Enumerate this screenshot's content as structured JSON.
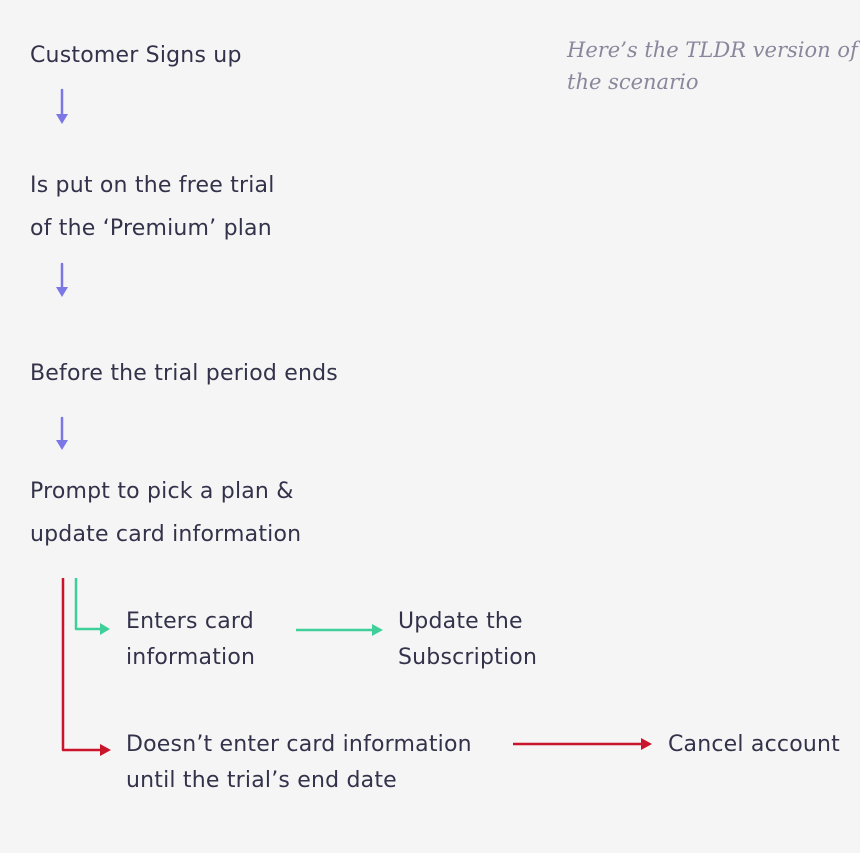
{
  "note": {
    "lines": [
      "Here’s the TLDR version of",
      "the scenario"
    ]
  },
  "steps": {
    "signup": {
      "lines": [
        "Customer Signs up"
      ]
    },
    "trial": {
      "lines": [
        "Is put on the free trial",
        "of the ‘Premium’ plan"
      ]
    },
    "before_end": {
      "lines": [
        "Before the trial period ends"
      ]
    },
    "prompt": {
      "lines": [
        "Prompt to pick a plan &",
        "update card information"
      ]
    },
    "enters_card": {
      "lines": [
        "Enters card",
        "information"
      ]
    },
    "update_sub": {
      "lines": [
        "Update the",
        "Subscription"
      ]
    },
    "no_card": {
      "lines": [
        "Doesn’t enter card information",
        "until the trial’s end date"
      ]
    },
    "cancel": {
      "lines": [
        "Cancel account"
      ]
    }
  },
  "colors": {
    "text": "#34324a",
    "note": "#8a879c",
    "flow_arrow": "#7b78e6",
    "success_path": "#3fcf9a",
    "cancel_path": "#c9142c",
    "background": "#f5f5f5"
  }
}
